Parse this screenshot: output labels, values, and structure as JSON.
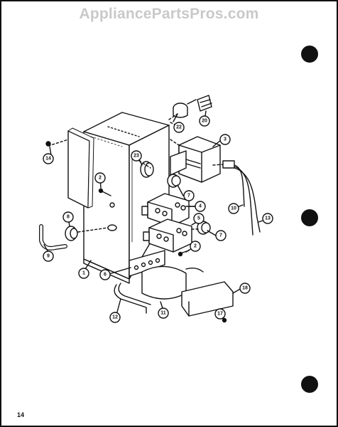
{
  "watermark": "AppliancePartsPros.com",
  "page_number": "14",
  "callouts": [
    {
      "id": "14"
    },
    {
      "id": "22"
    },
    {
      "id": "20"
    },
    {
      "id": "3"
    },
    {
      "id": "23"
    },
    {
      "id": "2a"
    },
    {
      "id": "7a"
    },
    {
      "id": "4"
    },
    {
      "id": "5"
    },
    {
      "id": "7b"
    },
    {
      "id": "10"
    },
    {
      "id": "13"
    },
    {
      "id": "8"
    },
    {
      "id": "9"
    },
    {
      "id": "1"
    },
    {
      "id": "2b"
    },
    {
      "id": "6"
    },
    {
      "id": "12"
    },
    {
      "id": "11"
    },
    {
      "id": "18"
    },
    {
      "id": "17"
    }
  ],
  "labels": {
    "c14": "14",
    "c22": "22",
    "c20": "20",
    "c3": "3",
    "c23": "23",
    "c2a": "2",
    "c7a": "7",
    "c4": "4",
    "c5": "5",
    "c7b": "7",
    "c10": "10",
    "c13": "13",
    "c8": "8",
    "c9": "9",
    "c1": "1",
    "c2b": "2",
    "c6": "6",
    "c12": "12",
    "c11": "11",
    "c18": "18",
    "c17": "17"
  }
}
